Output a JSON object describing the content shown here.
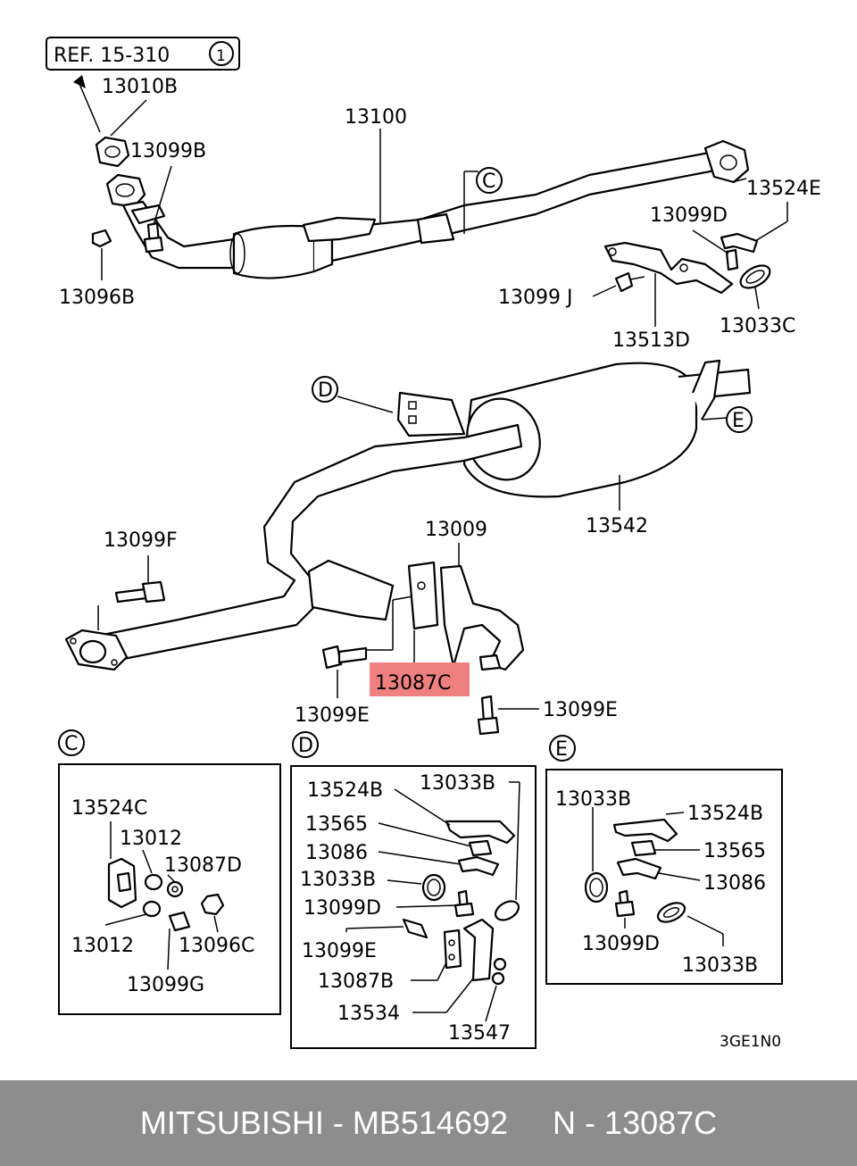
{
  "reference": {
    "text": "REF. 15-310",
    "circle": "1"
  },
  "labels": {
    "p13010B": "13010B",
    "p13099B": "13099B",
    "p13096B": "13096B",
    "p13100": "13100",
    "p13524E": "13524E",
    "p13099D": "13099D",
    "p13099J": "13099 J",
    "p13513D": "13513D",
    "p13033C": "13033C",
    "p13542": "13542",
    "p13099F": "13099F",
    "p13009": "13009",
    "p13087C": "13087C",
    "p13099E_a": "13099E",
    "p13099E_b": "13099E"
  },
  "callouts": {
    "C": "C",
    "D": "D",
    "E": "E"
  },
  "detail_c": {
    "title": "C",
    "labels": [
      "13524C",
      "13012",
      "13087D",
      "13012",
      "13096C",
      "13099G"
    ]
  },
  "detail_d": {
    "title": "D",
    "labels": [
      "13524B",
      "13033B",
      "13565",
      "13086",
      "13033B",
      "13099D",
      "13099E",
      "13087B",
      "13534",
      "13547"
    ]
  },
  "detail_e": {
    "title": "E",
    "labels": [
      "13033B",
      "13524B",
      "13565",
      "13086",
      "13099D",
      "13033B"
    ]
  },
  "diagram_code": "3GE1N0",
  "highlight_color": "#f08080",
  "footer": {
    "brand": "MITSUBISHI",
    "dash1": "-",
    "part_number": "MB514692",
    "prefix": "N",
    "dash2": "-",
    "part_code": "13087C"
  }
}
